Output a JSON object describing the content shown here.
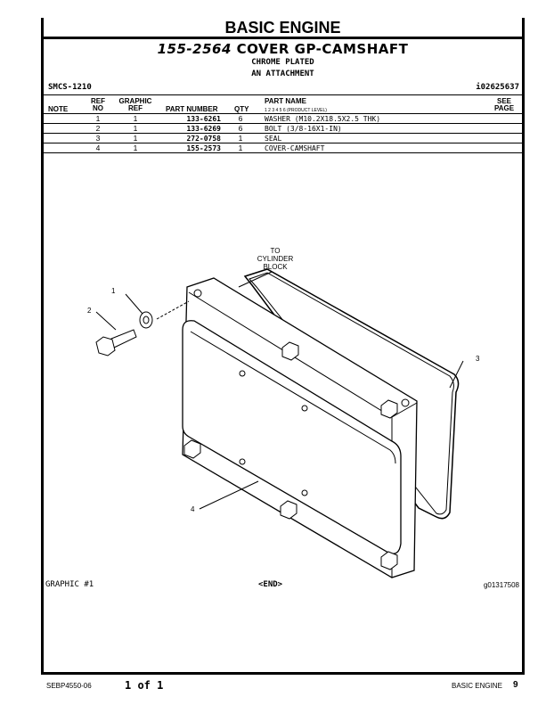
{
  "header": {
    "section_title": "BASIC ENGINE",
    "part_number": "155-2564",
    "part_title": "COVER GP-CAMSHAFT",
    "subtitles": [
      "CHROME PLATED",
      "AN ATTACHMENT"
    ],
    "smcs": "SMCS-1210",
    "doc_id": "i02625637"
  },
  "table": {
    "headers": {
      "note": "NOTE",
      "ref_no": [
        "REF",
        "NO"
      ],
      "graphic_ref": [
        "GRAPHIC",
        "REF"
      ],
      "part_number": "PART NUMBER",
      "qty": "QTY",
      "part_name": "PART NAME",
      "product_level": "1  2  3  4  5  6  (PRODUCT LEVEL)",
      "see_page": [
        "SEE",
        "PAGE"
      ]
    },
    "rows": [
      {
        "ref": "1",
        "graphic": "1",
        "part": "133-6261",
        "qty": "6",
        "name": "WASHER (M10.2X18.5X2.5 THK)"
      },
      {
        "ref": "2",
        "graphic": "1",
        "part": "133-6269",
        "qty": "6",
        "name": "BOLT (3/8-16X1-IN)"
      },
      {
        "ref": "3",
        "graphic": "1",
        "part": "272-0758",
        "qty": "1",
        "name": "SEAL"
      },
      {
        "ref": "4",
        "graphic": "1",
        "part": "155-2573",
        "qty": "1",
        "name": "COVER-CAMSHAFT"
      }
    ]
  },
  "illustration": {
    "note": [
      "TO",
      "CYLINDER",
      "BLOCK"
    ],
    "callouts": [
      "1",
      "2",
      "3",
      "4"
    ]
  },
  "graphic": {
    "label": "GRAPHIC #1",
    "end": "<END>",
    "id": "g01317508"
  },
  "footer": {
    "doc": "SEBP4550-06",
    "pages": "1 of 1",
    "section": "BASIC ENGINE",
    "page": "9"
  }
}
